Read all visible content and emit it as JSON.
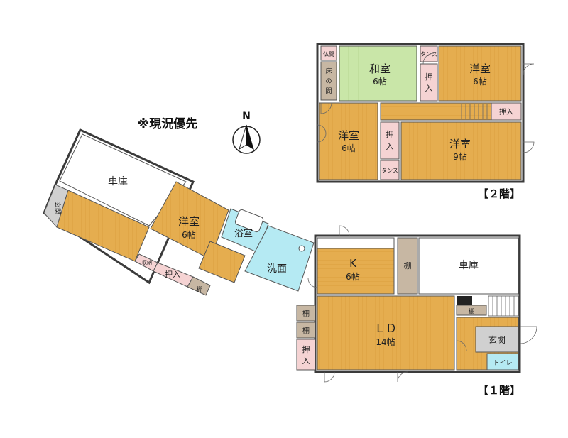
{
  "note": "※現況優先",
  "north": "N",
  "floor2": {
    "label": "【２階】",
    "rooms": {
      "washitsu": {
        "name": "和室",
        "size": "6帖"
      },
      "yoshitsu_ne": {
        "name": "洋室",
        "size": "6帖"
      },
      "yoshitsu_w": {
        "name": "洋室",
        "size": "6帖"
      },
      "yoshitsu_se": {
        "name": "洋室",
        "size": "9帖"
      }
    },
    "small": {
      "butsuma": "仏間",
      "tokonoma_1": "床",
      "tokonoma_2": "の",
      "tokonoma_3": "間",
      "tansu_1": "タンス",
      "tansu_2": "タンス",
      "oshiire_1a": "押",
      "oshiire_1b": "入",
      "oshiire_2": "押入",
      "oshiire_3a": "押",
      "oshiire_3b": "入"
    }
  },
  "floor1": {
    "label": "【１階】",
    "rooms": {
      "shako_w": "車庫",
      "genkan_w": "玄関",
      "yoshitsu": {
        "name": "洋室",
        "size": "6帖"
      },
      "yokushitsu": "浴室",
      "senmen": "洗面",
      "kitchen": {
        "name": "K",
        "size": "6帖"
      },
      "shako_e": "車庫",
      "ld": {
        "name": "ＬＤ",
        "size": "14帖"
      },
      "genkan_e": "玄関",
      "toilet": "トイレ"
    },
    "small": {
      "shuno": "収納",
      "oshiire_w": "押入",
      "tana_w": "棚",
      "tana_k": "棚",
      "tana_1": "棚",
      "tana_2": "棚",
      "tana_3": "棚",
      "oshiire_ld_a": "押",
      "oshiire_ld_b": "入"
    }
  },
  "colors": {
    "floor": "#e5ad4f",
    "tatami": "#c9e6a8",
    "water": "#b5eaf3",
    "closet": "#f5d3d3",
    "shelf": "#c7b7a3",
    "garage": "#ffffff",
    "wall": "#3b3b3b"
  }
}
